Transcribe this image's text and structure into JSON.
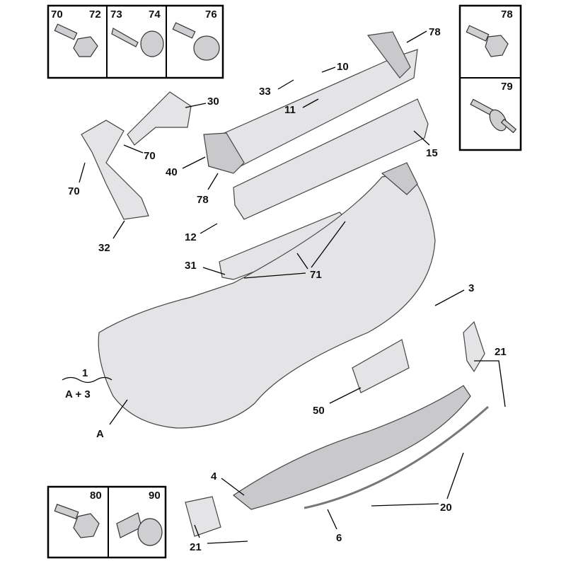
{
  "inset_boxes": {
    "top_left": {
      "cells": [
        {
          "labels": [
            "70",
            "72"
          ]
        },
        {
          "labels": [
            "73",
            "74"
          ]
        },
        {
          "labels": [
            "76"
          ]
        }
      ]
    },
    "right": {
      "cells": [
        {
          "labels": [
            "78"
          ]
        },
        {
          "labels": [
            "79"
          ]
        }
      ]
    },
    "bottom_left": {
      "cells": [
        {
          "labels": [
            "80"
          ]
        },
        {
          "labels": [
            "90"
          ]
        }
      ]
    }
  },
  "callouts": {
    "c78a": "78",
    "c10": "10",
    "c33": "33",
    "c11": "11",
    "c30": "30",
    "c70a": "70",
    "c70b": "70",
    "c40": "40",
    "c78b": "78",
    "c15": "15",
    "c12": "12",
    "c32": "32",
    "c31": "31",
    "c71": "71",
    "c3": "3",
    "c21a": "21",
    "c1": "1",
    "cA3": "A + 3",
    "cA": "A",
    "c50": "50",
    "c20": "20",
    "c4": "4",
    "c6": "6",
    "c21b": "21"
  }
}
